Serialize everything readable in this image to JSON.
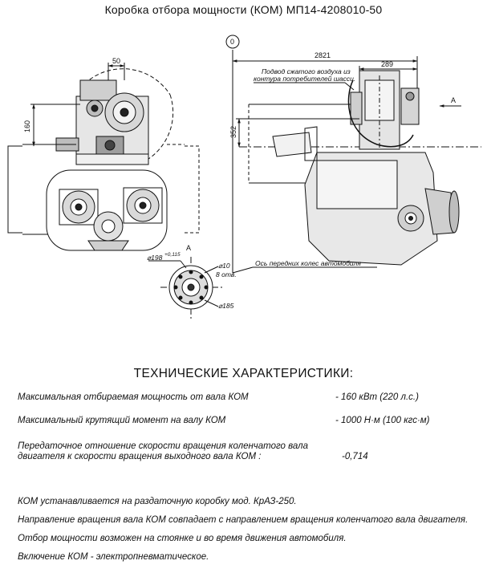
{
  "title": "Коробка отбора мощности (КОМ) МП14-4208010-50",
  "drawing": {
    "dim_50": "50",
    "dim_160": "160",
    "dim_2821": "2821",
    "dim_289": "289",
    "dim_352": "352",
    "view_a_arrow": "A",
    "view_a_label": "A",
    "circle_mark": "0",
    "callout_air_line1": "Подвод сжатого воздуха из",
    "callout_air_line2": "контура потребителей шасси.",
    "axle_axis_label": "Ось передних колес автомобиля",
    "dia_198": "⌀198",
    "dia_198_tol": "+0,115",
    "dia_10": "⌀10",
    "holes_8": "8 отв.",
    "dia_185": "⌀185"
  },
  "specs": {
    "heading": "ТЕХНИЧЕСКИЕ ХАРАКТЕРИСТИКИ:",
    "rows": [
      {
        "label": "Максимальная отбираемая мощность от  вала КОМ",
        "value": "- 160 кВт (220 л.с.)"
      },
      {
        "label": "Максимальный крутящий момент на валу КОМ",
        "value": "- 1000 Н·м (100 кгс·м)"
      },
      {
        "label_line1": "Передаточное отношение скорости вращения коленчатого вала",
        "label_line2": "двигателя к скорости вращения выходного вала КОМ :",
        "value": "-0,714"
      }
    ]
  },
  "notes": [
    "КОМ устанавливается на раздаточную коробку мод. КрАЗ-250.",
    "Направление вращения вала КОМ совпадает с направлением вращения коленчатого вала двигателя.",
    "Отбор мощности возможен на стоянке и во время движения автомобиля.",
    "Включение КОМ - электропневматическое."
  ]
}
